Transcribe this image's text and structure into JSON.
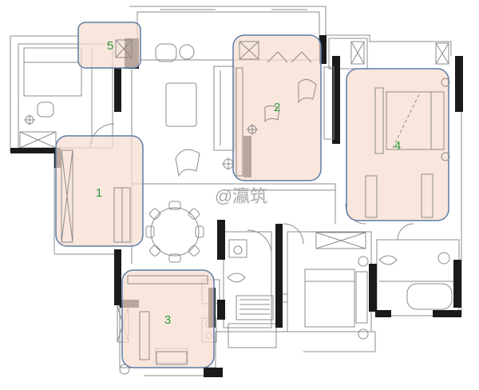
{
  "watermark": "@瀛筑",
  "zones": [
    {
      "id": "5",
      "label": "5"
    },
    {
      "id": "2",
      "label": "2"
    },
    {
      "id": "4",
      "label": "4"
    },
    {
      "id": "1",
      "label": "1"
    },
    {
      "id": "3",
      "label": "3"
    }
  ],
  "colors": {
    "wall": "#1a1a1a",
    "line": "#8c8c8c",
    "zone_fill": "#f6ddd0",
    "zone_stroke": "#5c7da6",
    "zone_label": "#2a9a3a",
    "watermark": "#9a9a9a"
  }
}
